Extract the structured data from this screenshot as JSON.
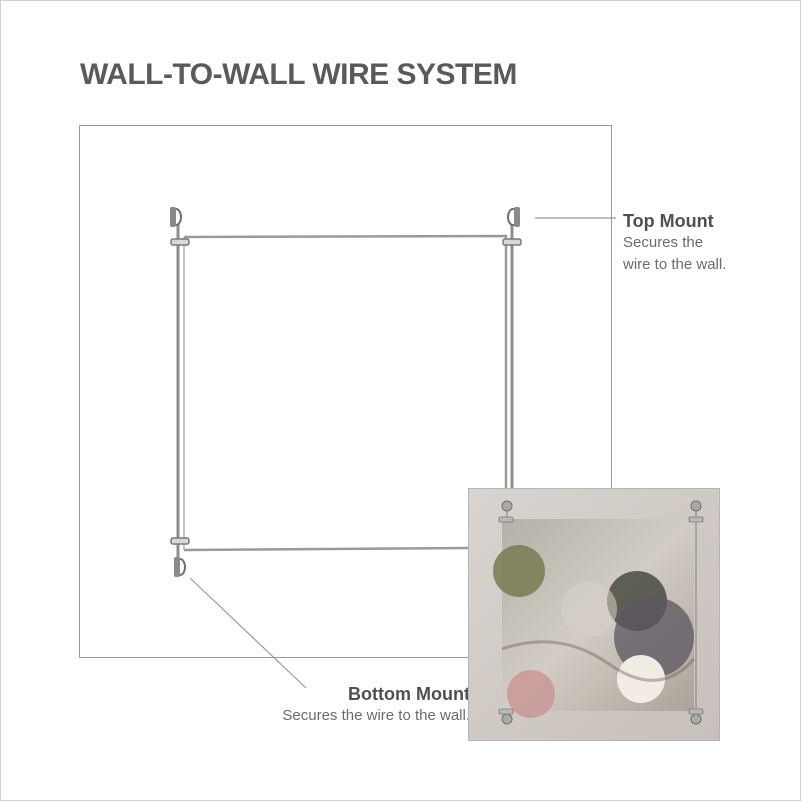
{
  "page": {
    "title": "WALL-TO-WALL WIRE SYSTEM"
  },
  "callouts": {
    "top_mount": {
      "title": "Top Mount",
      "description": "Secures the wire to the wall."
    },
    "bottom_mount": {
      "title": "Bottom Mount",
      "description": "Secures the wire to the wall."
    }
  },
  "colors": {
    "title_text": "#5a5a5a",
    "wire": "#8c8c8c",
    "leader_line": "#9a9a9a",
    "wall_border": "#9a9a9a"
  },
  "icons": {
    "mount": "wire-mount-icon",
    "photo": "wall-art-photo"
  }
}
